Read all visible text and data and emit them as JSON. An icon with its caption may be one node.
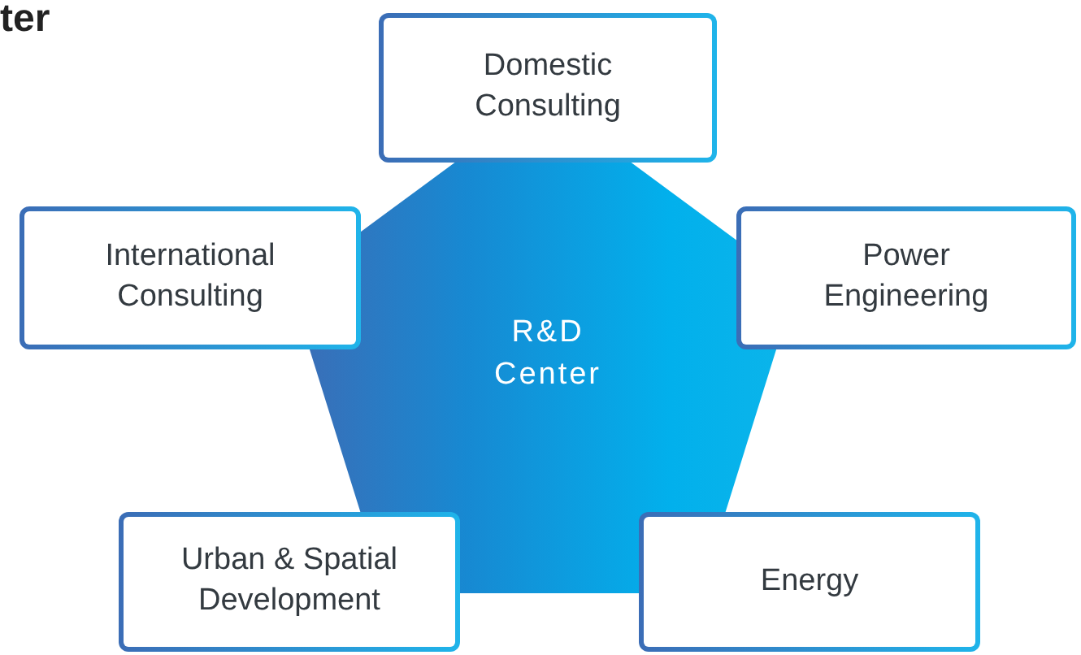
{
  "diagram": {
    "nodes": [
      {
        "text": [
          "R&D Center"
        ]
      },
      {
        "text": [
          "Domestic Consulting"
        ]
      },
      {
        "text": [
          "International Consulting"
        ]
      },
      {
        "text": [
          "Power Engineering"
        ]
      },
      {
        "text": [
          "Urban & Spatial Development"
        ]
      },
      {
        "text": [
          "Energy"
        ]
      }
    ],
    "labels": [
      "ter"
    ]
  }
}
